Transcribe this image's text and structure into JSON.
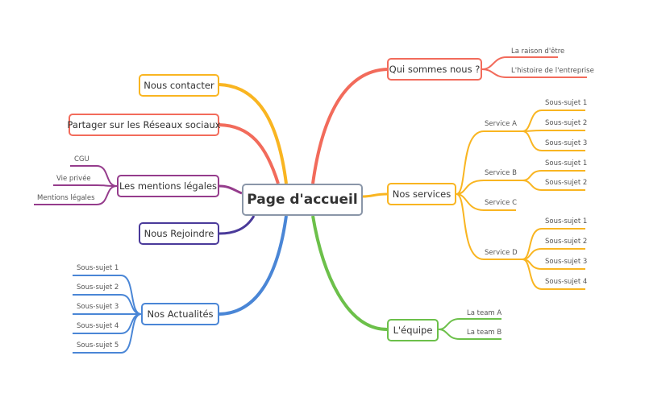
{
  "center": {
    "label": "Page d'accueil",
    "color": "#8a96a8"
  },
  "branches": {
    "qui": {
      "label": "Qui sommes nous ?",
      "color": "#f26b5b",
      "children": [
        "La raison d'être",
        "L'histoire de l'entreprise"
      ]
    },
    "services": {
      "label": "Nos services",
      "color": "#f9b521",
      "children": [
        {
          "label": "Service A",
          "children": [
            "Sous-sujet 1",
            "Sous-sujet 2",
            "Sous-sujet 3"
          ]
        },
        {
          "label": "Service B",
          "children": [
            "Sous-sujet 1",
            "Sous-sujet 2"
          ]
        },
        {
          "label": "Service C",
          "children": []
        },
        {
          "label": "Service D",
          "children": [
            "Sous-sujet 1",
            "Sous-sujet 2",
            "Sous-sujet 3",
            "Sous-sujet 4"
          ]
        }
      ]
    },
    "equipe": {
      "label": "L'équipe",
      "color": "#6cc04a",
      "children": [
        "La team A",
        "La team B"
      ]
    },
    "contact": {
      "label": "Nous contacter",
      "color": "#f9b521"
    },
    "partager": {
      "label": "Partager sur les Réseaux sociaux",
      "color": "#f26b5b"
    },
    "mentions": {
      "label": "Les mentions légales",
      "color": "#953c8c",
      "children": [
        "CGU",
        "Vie privée",
        "Mentions légales"
      ]
    },
    "rejoindre": {
      "label": "Nous Rejoindre",
      "color": "#4a3a9a"
    },
    "actualites": {
      "label": "Nos Actualités",
      "color": "#4a86d6",
      "children": [
        "Sous-sujet 1",
        "Sous-sujet 2",
        "Sous-sujet 3",
        "Sous-sujet 4",
        "Sous-sujet 5"
      ]
    }
  }
}
